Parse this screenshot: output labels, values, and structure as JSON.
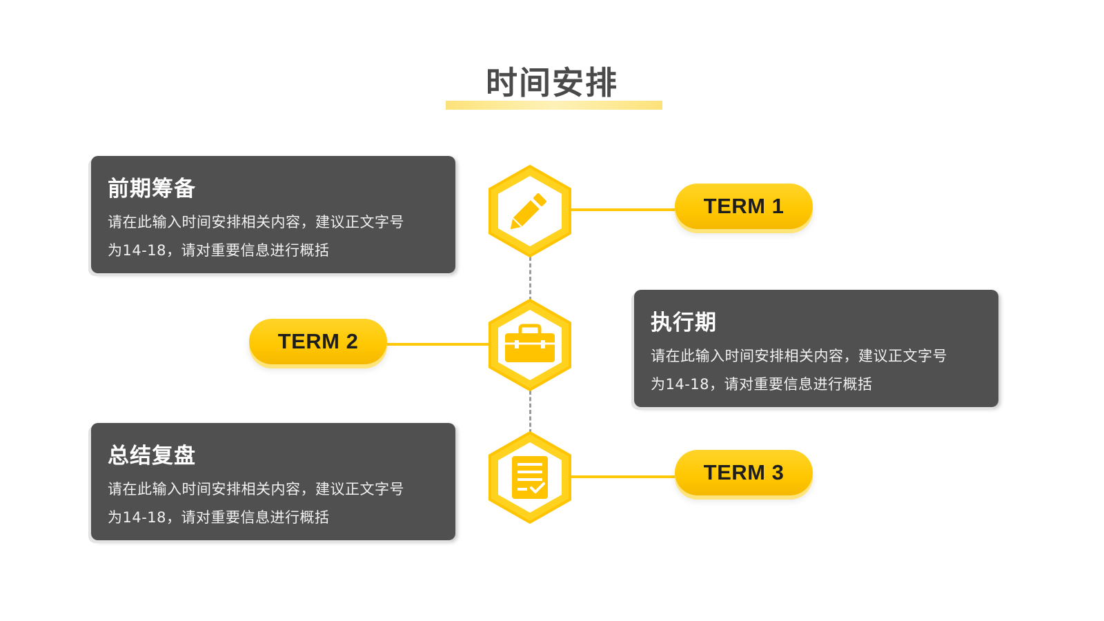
{
  "title": "时间安排",
  "timeline": [
    {
      "term": "TERM 1",
      "card_title": "前期筹备",
      "card_text_line1": "请在此输入时间安排相关内容，建议正文字号",
      "card_text_line2": "为14-18，请对重要信息进行概括",
      "icon": "pencil-icon"
    },
    {
      "term": "TERM 2",
      "card_title": "执行期",
      "card_text_line1": "请在此输入时间安排相关内容，建议正文字号",
      "card_text_line2": "为14-18，请对重要信息进行概括",
      "icon": "briefcase-icon"
    },
    {
      "term": "TERM 3",
      "card_title": "总结复盘",
      "card_text_line1": "请在此输入时间安排相关内容，建议正文字号",
      "card_text_line2": "为14-18，请对重要信息进行概括",
      "icon": "checklist-icon"
    }
  ],
  "colors": {
    "accent": "#ffc700",
    "card_bg": "#505050",
    "title": "#4a4a4a"
  }
}
